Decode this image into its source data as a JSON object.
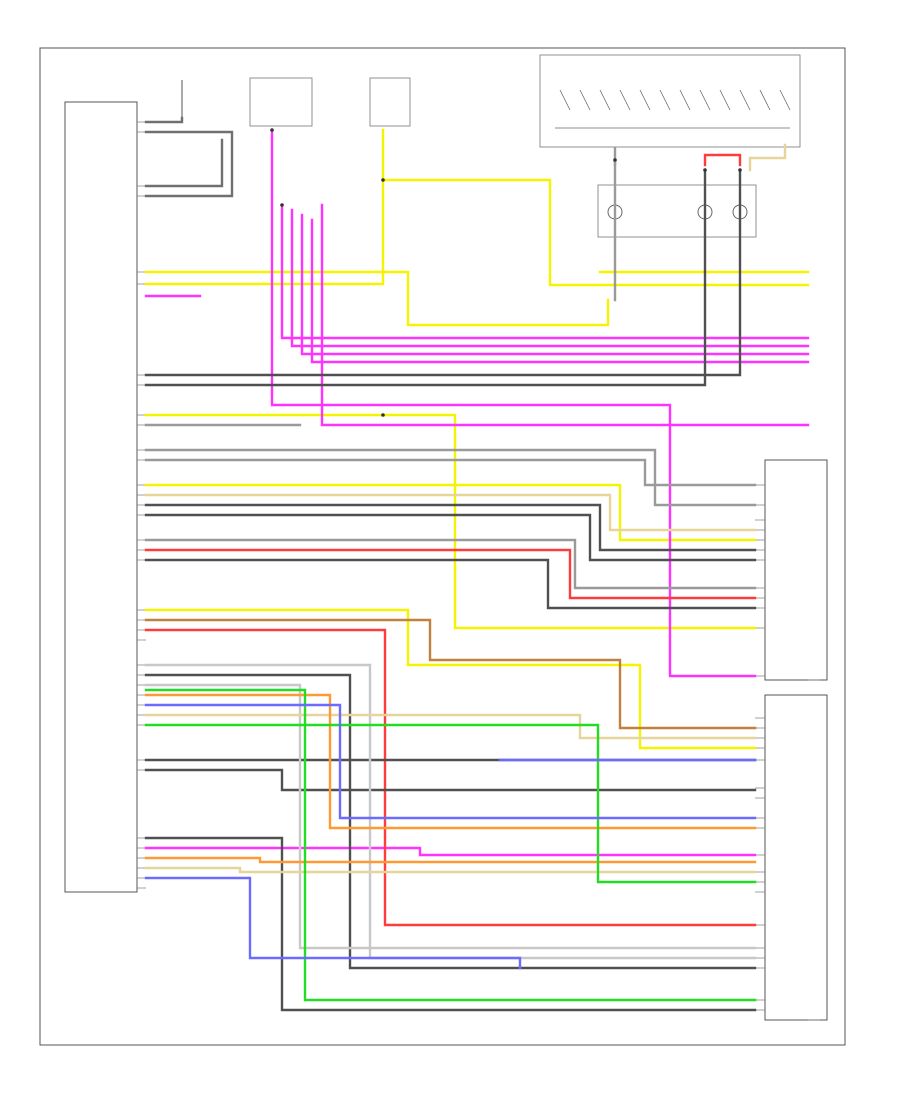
{
  "diagram": {
    "title": "",
    "footer_left": "",
    "footer_right": ""
  },
  "colors": {
    "background": "#ffffff",
    "frame": "#555555",
    "wire_black": "#505050",
    "wire_gray": "#9a9a9a",
    "wire_light": "#c8c8c8",
    "wire_yellow": "#f4f400",
    "wire_pink": "#ff33ff",
    "wire_red": "#ff3b3b",
    "wire_green": "#22dd22",
    "wire_blue": "#6b6bff",
    "wire_orange": "#ff9933",
    "wire_brown": "#c08040",
    "wire_tan": "#e6d49a"
  },
  "components": [
    {
      "id": "audio-head-unit",
      "label": ""
    },
    {
      "id": "fuse-block-left",
      "label": ""
    },
    {
      "id": "fuse-block-right",
      "label": ""
    },
    {
      "id": "ground-point",
      "label": ""
    },
    {
      "id": "steering-switch-block",
      "label": ""
    },
    {
      "id": "left-speaker-1",
      "label": ""
    },
    {
      "id": "right-speaker-1",
      "label": ""
    },
    {
      "id": "right-speaker-2",
      "label": ""
    },
    {
      "id": "connector-block-top-right",
      "label": ""
    },
    {
      "id": "connector-block-bottom-right",
      "label": ""
    }
  ]
}
